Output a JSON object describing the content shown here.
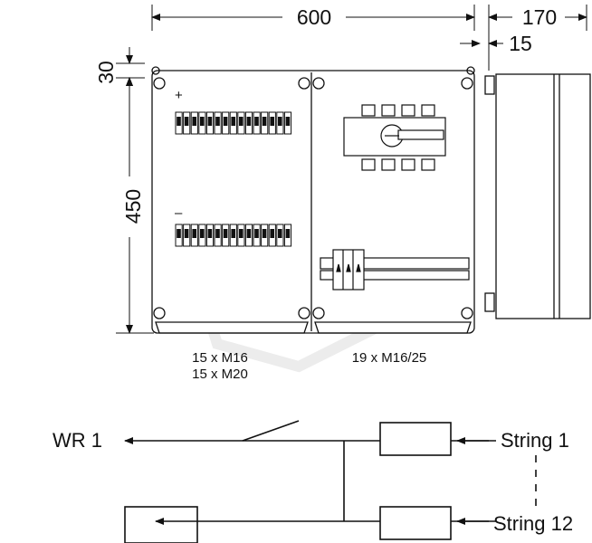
{
  "dimensions": {
    "width_top": "600",
    "depth_top": "170",
    "depth_wall": "15",
    "offset_top": "30",
    "height_left": "450"
  },
  "enclosure": {
    "left_panel": {
      "plus_mark": "+",
      "minus_mark": "–",
      "entry_label_1": "15 x M16",
      "entry_label_2": "15 x M20"
    },
    "right_panel": {
      "entry_label": "19 x M16/25"
    }
  },
  "schematic": {
    "output_label": "WR 1",
    "string_first": "String 1",
    "string_last": "String 12"
  },
  "colors": {
    "line": "#111111",
    "watermark": "#ececec",
    "device_fill": "#ffffff",
    "panel_fill": "#ffffff"
  }
}
